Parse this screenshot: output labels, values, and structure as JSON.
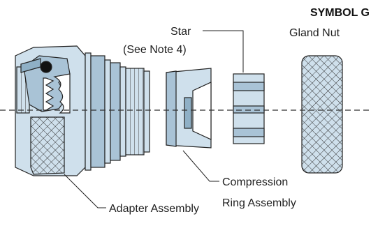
{
  "title": "SYMBOL G",
  "labels": {
    "gland_nut": "Gland Nut",
    "star": "Star",
    "see_note": "(See Note 4)",
    "compression_line1": "Compression",
    "compression_line2": "Ring Assembly",
    "adapter": "Adapter Assembly"
  },
  "colors": {
    "part_fill": "#cfe0ec",
    "part_shade": "#a9c3d6",
    "part_dark": "#8fb0c6",
    "outline": "#222222"
  }
}
